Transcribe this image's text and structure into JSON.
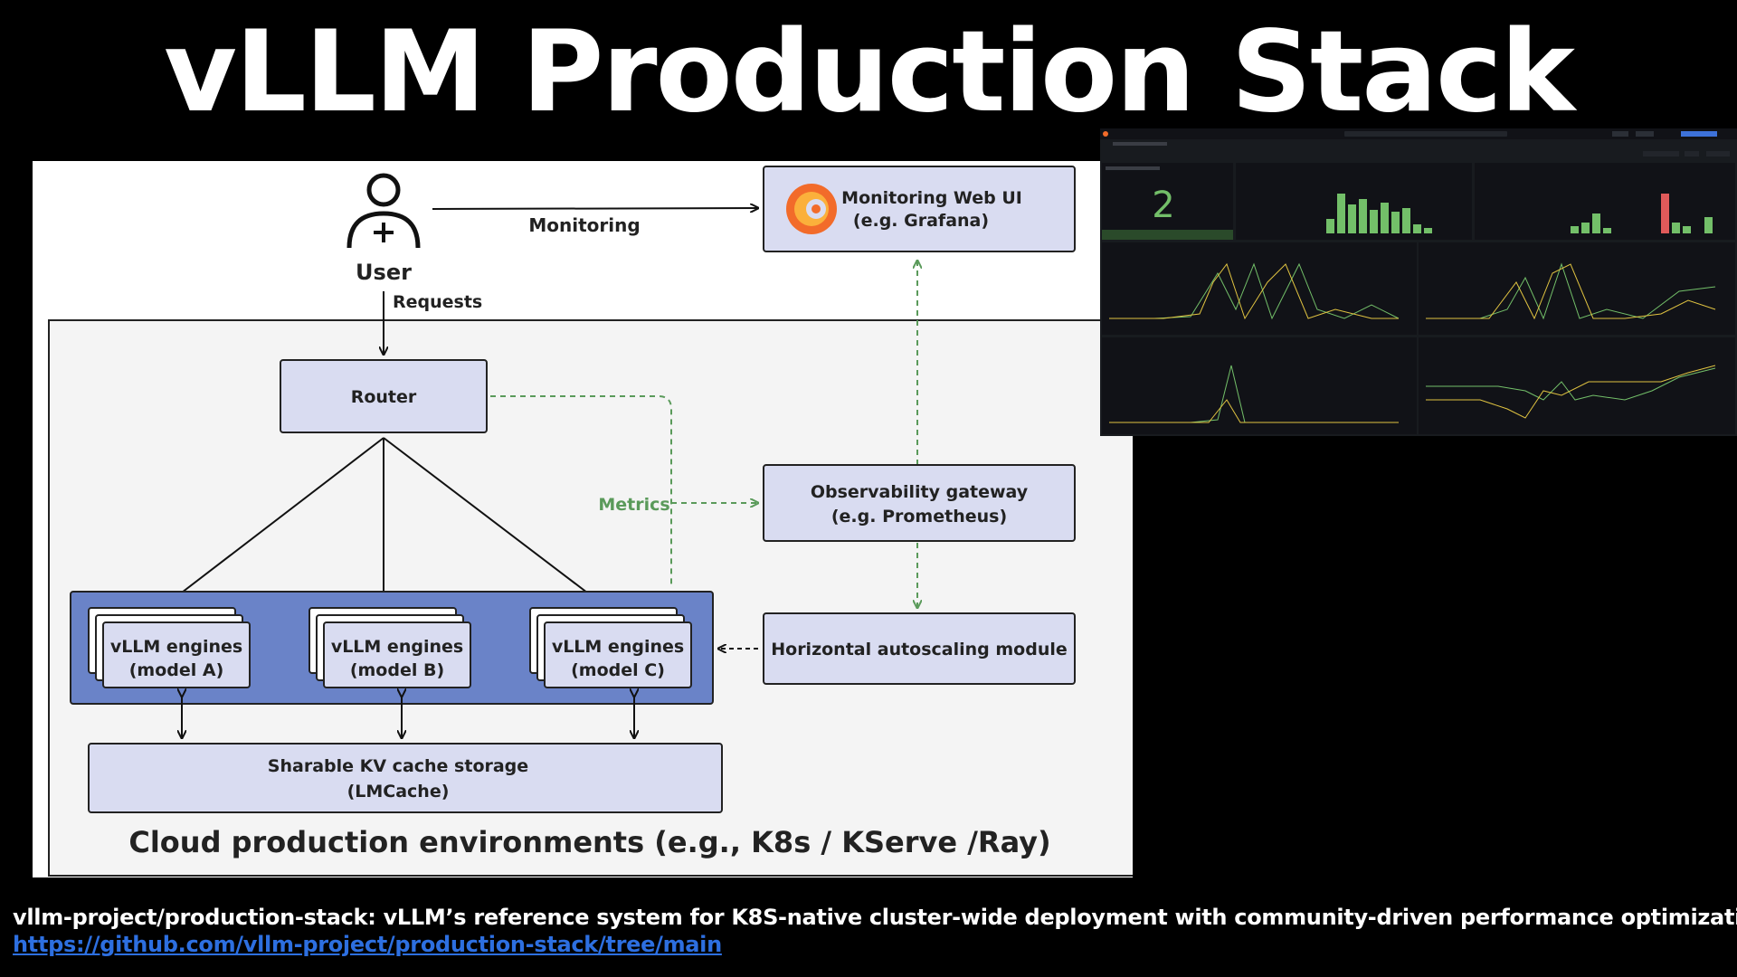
{
  "slide": {
    "title": "vLLM Production Stack",
    "caption": "vllm-project/production-stack: vLLM’s reference system for K8S-native cluster-wide deployment with community-driven performance optimization",
    "link": "https://github.com/vllm-project/production-stack/tree/main"
  },
  "diagram": {
    "user": "User",
    "monitoring": "Monitoring",
    "requests": "Requests",
    "metrics": "Metrics",
    "monitoring_ui_line1": "Monitoring Web UI",
    "monitoring_ui_line2": "(e.g. Grafana)",
    "router": "Router",
    "gateway_line1": "Observability gateway",
    "gateway_line2": "(e.g. Prometheus)",
    "autoscaling": "Horizontal autoscaling module",
    "engines": [
      {
        "line1": "vLLM engines",
        "line2": "(model A)"
      },
      {
        "line1": "vLLM engines",
        "line2": "(model B)"
      },
      {
        "line1": "vLLM engines",
        "line2": "(model C)"
      }
    ],
    "kv_line1": "Sharable KV cache storage",
    "kv_line2": "(LMCache)",
    "environment": "Cloud production environments (e.g., K8s / KServe /Ray)",
    "colors": {
      "box_fill": "#d9dcf1",
      "engine_group_fill": "#6a83c8",
      "metrics_green": "#5a9a5a",
      "grafana_orange": "#f26b2a"
    }
  },
  "dashboard": {
    "stat_value": "2",
    "stat_color": "#73bf69",
    "panel_bg": "#111217"
  }
}
